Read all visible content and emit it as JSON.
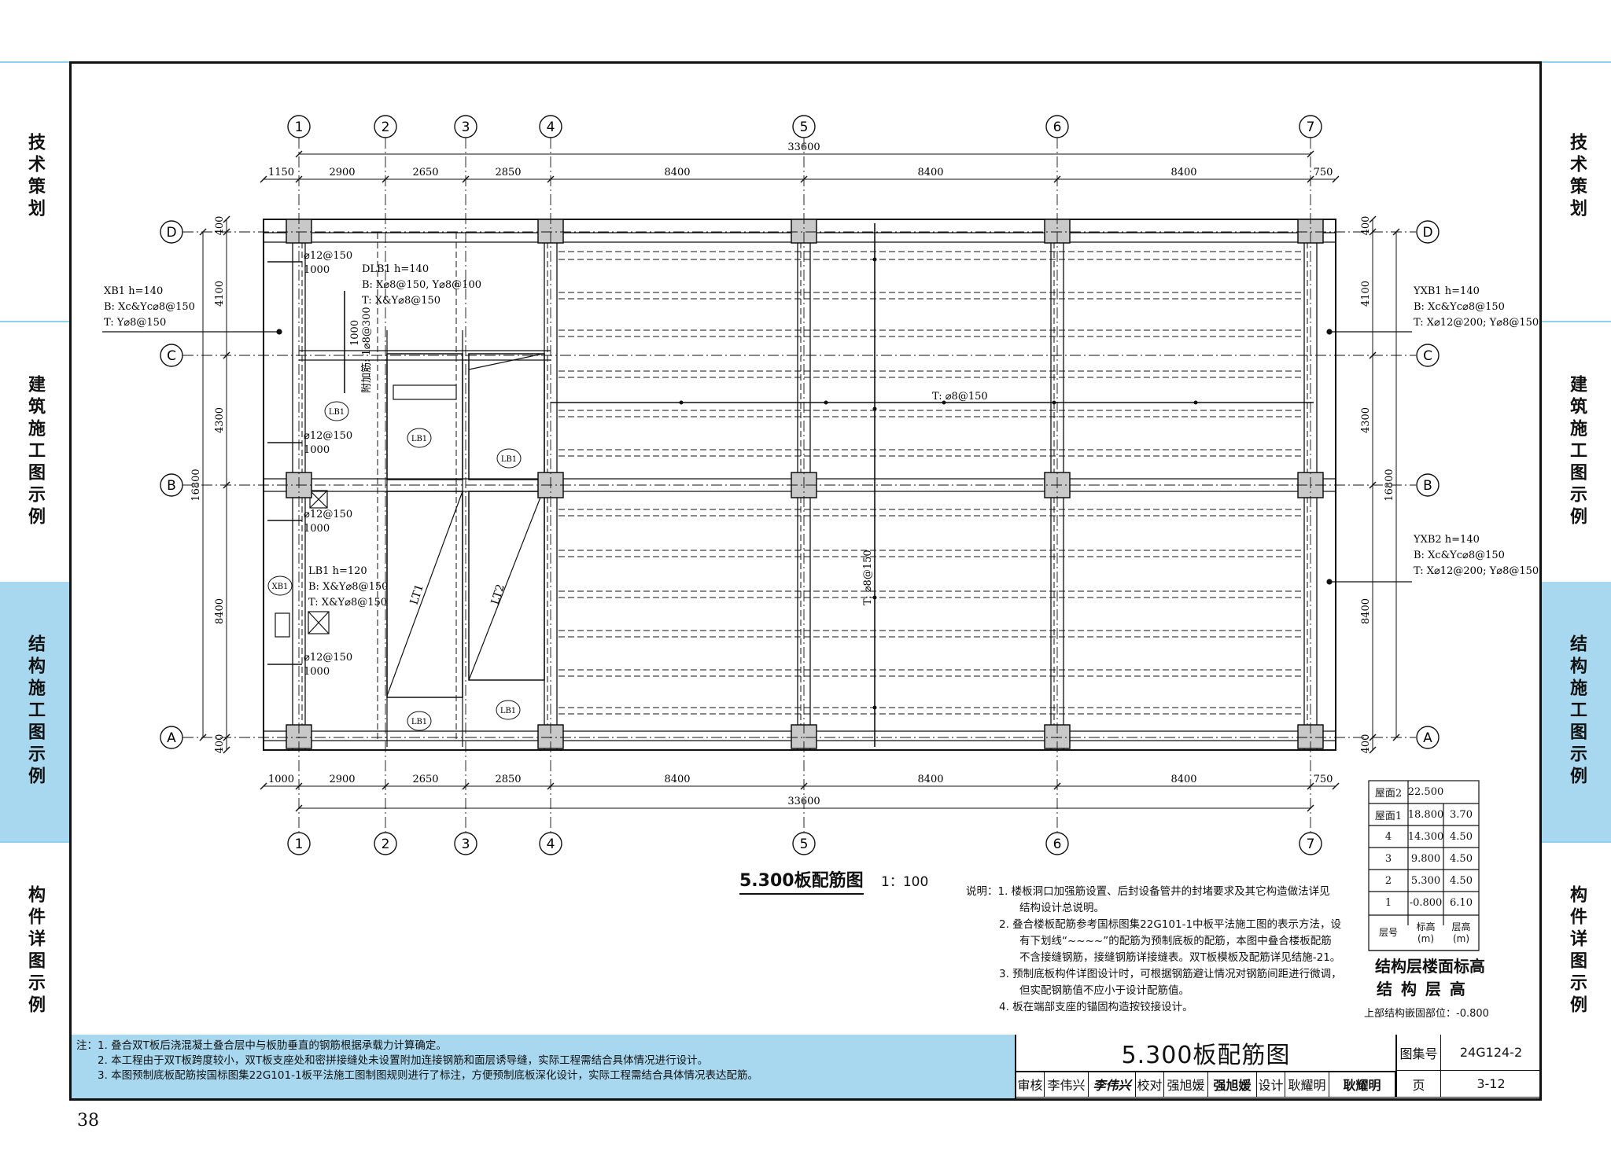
{
  "sidebar_left": [
    "技术策划",
    "建筑施工图示例",
    "结构施工图示例",
    "构件详图示例"
  ],
  "sidebar_right": [
    "技术策划",
    "建筑施工图示例",
    "结构施工图示例",
    "构件详图示例"
  ],
  "sidebar_active_index": 2,
  "accent_color": "#a8d8ef",
  "axes": {
    "columns": [
      "1",
      "2",
      "3",
      "4",
      "5",
      "6",
      "7"
    ],
    "rows": [
      "D",
      "C",
      "B",
      "A"
    ],
    "top_dims": [
      "1150",
      "2900",
      "2650",
      "2850",
      "8400",
      "8400",
      "8400",
      "750"
    ],
    "bottom_dims": [
      "1000",
      "2900",
      "2650",
      "2850",
      "8400",
      "8400",
      "8400",
      "750"
    ],
    "overall_width": "33600",
    "left_dims": [
      "400",
      "4100",
      "4300",
      "8400",
      "400"
    ],
    "overall_height": "16800",
    "right_dims": [
      "400",
      "4100",
      "4300",
      "8400",
      "400"
    ]
  },
  "labels": {
    "xb1": [
      "XB1  h=140",
      "B: Xc&Yc⌀8@150",
      "T: Y⌀8@150"
    ],
    "dlb1": [
      "DLB1  h=140",
      "B: X⌀8@150, Y⌀8@100",
      "T: X&Y⌀8@150"
    ],
    "yxb1": [
      "YXB1  h=140",
      "B: Xc&Yc⌀8@150",
      "T: X⌀12@200; Y⌀8@150"
    ],
    "yxb2": [
      "YXB2  h=140",
      "B: Xc&Yc⌀8@150",
      "T: X⌀12@200; Y⌀8@150"
    ],
    "lb1": [
      "LB1  h=120",
      "B: X&Y⌀8@150",
      "T: X&Y⌀8@150"
    ],
    "rebar_a": "⌀12@150",
    "rebar_len": "1000",
    "add_bar": "附加筋: 1⌀8@300",
    "add_len": "1000",
    "t_horizontal": "T: ⌀8@150",
    "t_vertical": "T: ⌀8@150",
    "lb_tag": "LB1",
    "xb_tag": "XB1",
    "lt1": "LT1",
    "lt2": "LT2"
  },
  "drawing_title": "5.300板配筋图",
  "drawing_scale": "1：100",
  "description": [
    "说明：1. 楼板洞口加强筋设置、后封设备管井的封堵要求及其它构造做法详见",
    "结构设计总说明。",
    "2. 叠合楼板配筋参考国标图集22G101-1中板平法施工图的表示方法，设",
    "有下划线“~~~~”的配筋为预制底板的配筋，本图中叠合楼板配筋",
    "不含接缝钢筋，接缝钢筋详接缝表。双T板模板及配筋详见结施-21。",
    "3. 预制底板构件详图设计时，可根据钢筋避让情况对钢筋间距进行微调，",
    "但实配钢筋值不应小于设计配筋值。",
    "4. 板在端部支座的锚固构造按铰接设计。"
  ],
  "level_table": {
    "rows": [
      [
        "屋面2",
        "22.500",
        ""
      ],
      [
        "屋面1",
        "18.800",
        "3.70"
      ],
      [
        "4",
        "14.300",
        "4.50"
      ],
      [
        "3",
        "9.800",
        "4.50"
      ],
      [
        "2",
        "5.300",
        "4.50"
      ],
      [
        "1",
        "-0.800",
        "6.10"
      ]
    ],
    "header": [
      "层号",
      "标高\n(m)",
      "层高\n(m)"
    ],
    "caption1": "结构层楼面标高",
    "caption2": "结 构 层 高",
    "embed_note": "上部结构嵌固部位：-0.800"
  },
  "notes": [
    "注：1. 叠合双T板后浇混凝土叠合层中与板肋垂直的钢筋根据承载力计算确定。",
    "2. 本工程由于双T板跨度较小，双T板支座处和密拼接缝处未设置附加连接钢筋和面层诱导缝，实际工程需结合具体情况进行设计。",
    "3. 本图预制底板配筋按国标图集22G101-1板平法施工图制图规则进行了标注，方便预制底板深化设计，实际工程需结合具体情况表达配筋。"
  ],
  "title_block": {
    "title": "5.300板配筋图",
    "atlas_label": "图集号",
    "atlas_no": "24G124-2",
    "review_label": "审核",
    "reviewer": "李伟兴",
    "reviewer_sig": "李伟兴",
    "check_label": "校对",
    "checker": "强旭媛",
    "checker_sig": "强旭媛",
    "design_label": "设计",
    "designer": "耿耀明",
    "designer_sig": "耿耀明",
    "page_label": "页",
    "page": "3-12"
  },
  "page_number": "38"
}
